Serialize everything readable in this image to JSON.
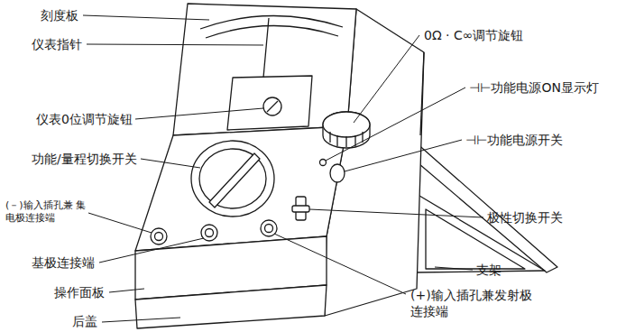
{
  "diagram": {
    "labels": [
      "刻度板",
      "仪表指针",
      "0Ω · C∞调节旋钮",
      "仪表0位调节旋钮",
      "⊣⊢功能电源ON显示灯",
      "⊣⊢功能电源开关",
      "功能/量程切换开关",
      "(－)输入插孔兼 集电极连接端",
      "极性切换开关",
      "基极连接端",
      "支架",
      "(+)输入插孔兼发射极 连接端",
      "操作面板",
      "后盖"
    ]
  }
}
